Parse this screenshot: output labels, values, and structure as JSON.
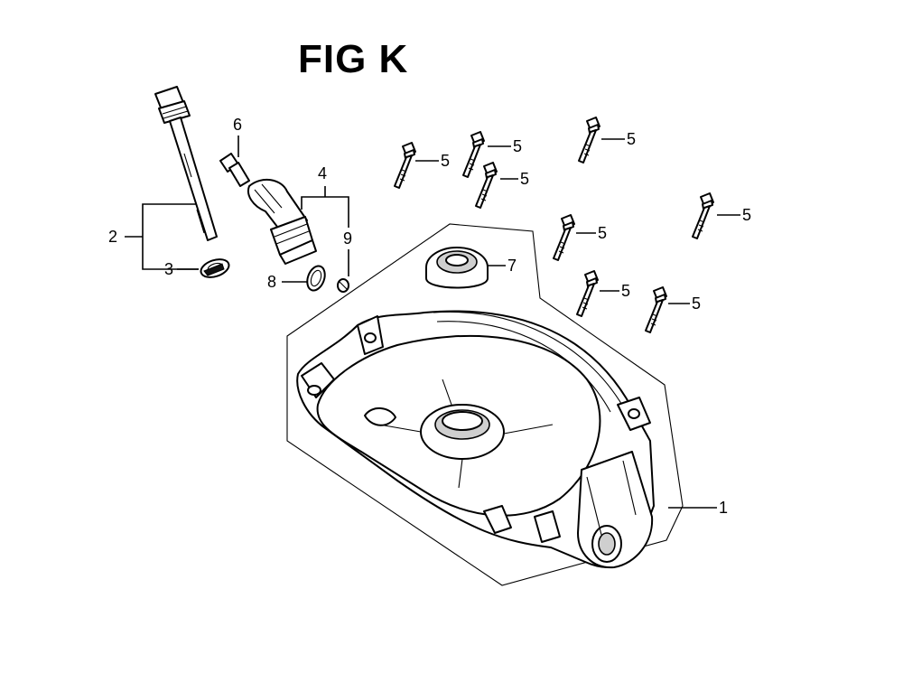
{
  "figure": {
    "title": "FIG K"
  },
  "callouts": {
    "c1": "1",
    "c2": "2",
    "c3": "3",
    "c4": "4",
    "c5": "5",
    "c6": "6",
    "c7": "7",
    "c8": "8",
    "c9": "9"
  },
  "colors": {
    "ink": "#000000",
    "paper": "#ffffff"
  }
}
